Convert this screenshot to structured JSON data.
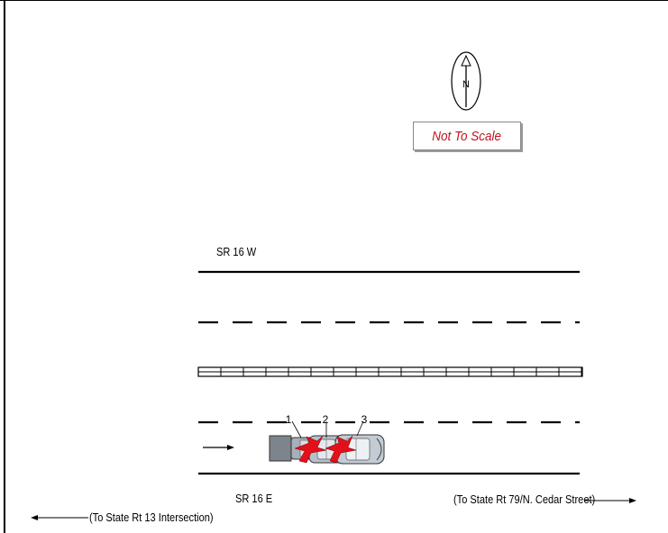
{
  "diagram": {
    "north_letter": "N",
    "scale_note": "Not To Scale",
    "road_label_west": "SR 16 W",
    "road_label_east": "SR 16 E",
    "direction_left": "(To State Rt 13 Intersection)",
    "direction_right": "(To State Rt 79/N. Cedar Street)",
    "vehicles": [
      {
        "number": "1",
        "type": "truck"
      },
      {
        "number": "2",
        "type": "car"
      },
      {
        "number": "3",
        "type": "car"
      }
    ],
    "colors": {
      "line": "#000000",
      "scale_text": "#c1121f",
      "impact_marker": "#e3101a",
      "vehicle_body": "#9aa3ad"
    }
  }
}
